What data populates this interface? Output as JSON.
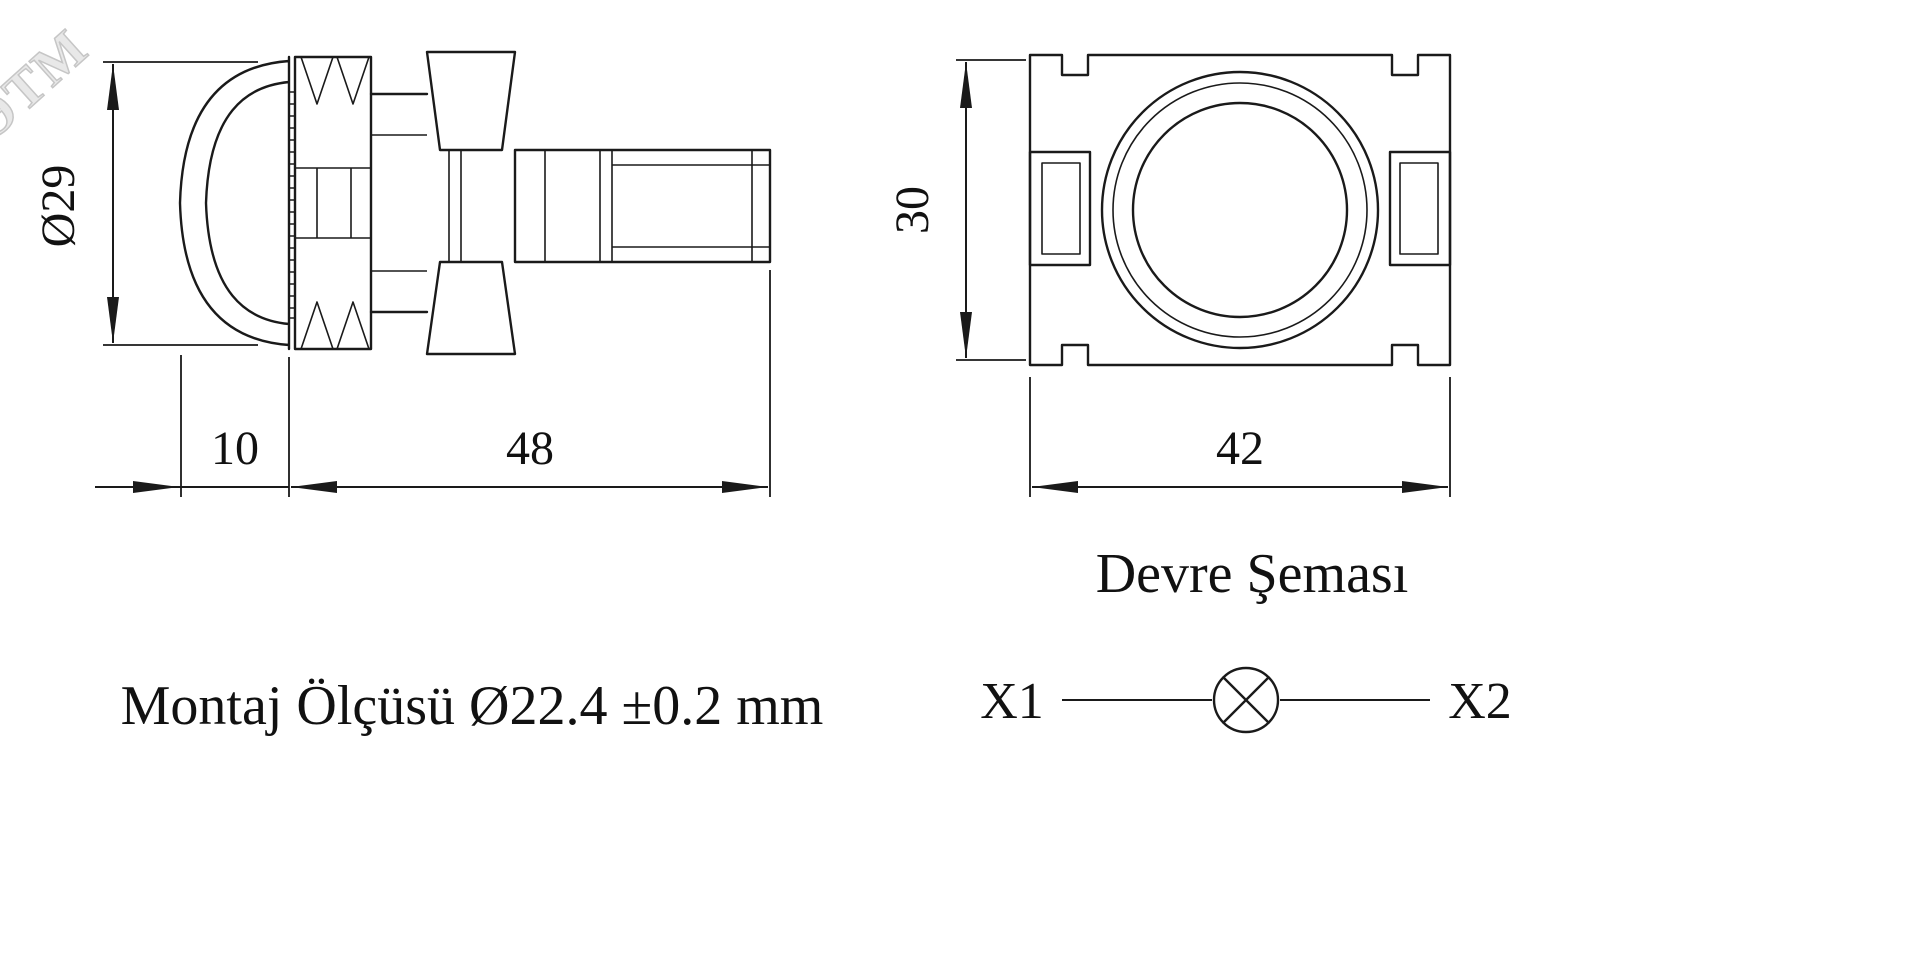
{
  "watermark": {
    "text": "ЭТМ"
  },
  "drawing": {
    "side_view": {
      "diameter_label": "Ø29",
      "lens_depth_label": "10",
      "length_label": "48"
    },
    "front_view": {
      "height_label": "30",
      "width_label": "42"
    },
    "circuit": {
      "title": "Devre Şeması",
      "terminal_left": "X1",
      "terminal_right": "X2"
    },
    "mounting_note": "Montaj Ölçüsü Ø22.4 ±0.2 mm"
  },
  "colors": {
    "line": "#1a1a1a",
    "background": "#ffffff",
    "watermark": "#c6c6c6"
  }
}
